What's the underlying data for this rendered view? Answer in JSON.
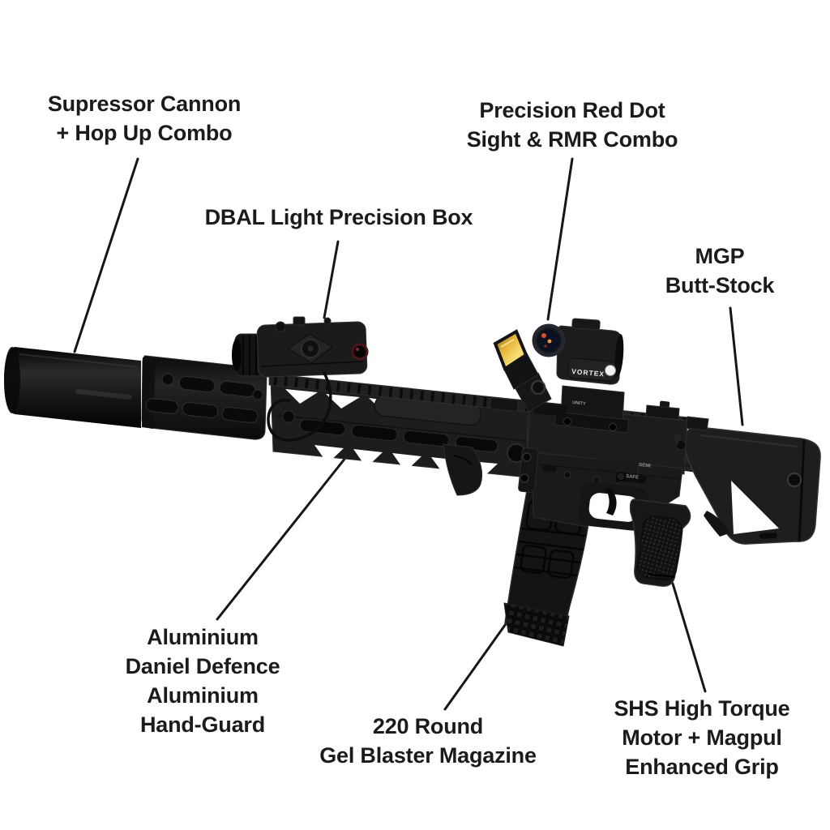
{
  "image": {
    "background": "#ffffff",
    "text_color": "#1b1b1b",
    "leader_line_color": "#161616"
  },
  "annotations": [
    {
      "id": "suppressor",
      "lines": [
        "Supressor Cannon",
        "+ Hop Up Combo"
      ]
    },
    {
      "id": "dbal",
      "lines": [
        "DBAL Light Precision Box"
      ]
    },
    {
      "id": "red-dot",
      "lines": [
        "Precision Red Dot",
        "Sight & RMR Combo"
      ]
    },
    {
      "id": "butt-stock",
      "lines": [
        "MGP",
        "Butt-Stock"
      ]
    },
    {
      "id": "handguard",
      "lines": [
        "Aluminium",
        "Daniel Defence",
        "Aluminium",
        "Hand-Guard"
      ]
    },
    {
      "id": "magazine",
      "lines": [
        "220 Round",
        "Gel Blaster Magazine"
      ]
    },
    {
      "id": "grip",
      "lines": [
        "SHS High Torque",
        "Motor + Magpul",
        "Enhanced Grip"
      ]
    }
  ],
  "rifle": {
    "optic_brand": "VORTEX",
    "mount_text": "UNITY",
    "selector_semi": "SEMI",
    "selector_safe": "SAFE",
    "colors": {
      "body_black": "#1c1c1c",
      "rmr_lens_amber": "#e8b83a",
      "optic_button_white": "#f2f2f2",
      "lens_glint_orange": "#e0512b"
    }
  }
}
